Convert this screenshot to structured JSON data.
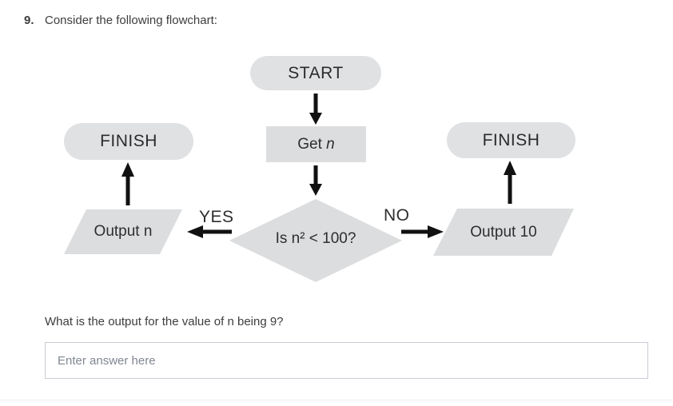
{
  "question": {
    "number": "9.",
    "prompt": "Consider the following flowchart:",
    "sub_prompt": "What is the output for the value of n being 9?"
  },
  "flowchart": {
    "start_label": "START",
    "get_step": {
      "prefix": "Get ",
      "variable": "n"
    },
    "decision_label": "Is n² < 100?",
    "yes_label": "YES",
    "no_label": "NO",
    "output_left_label": "Output n",
    "output_right_label": "Output 10",
    "finish_left_label": "FINISH",
    "finish_right_label": "FINISH"
  },
  "answer": {
    "placeholder": "Enter answer here"
  },
  "colors": {
    "shape_fill": "#dcddde",
    "terminator_fill": "#e0e1e2",
    "arrow": "#111111",
    "body_text": "#3d3d3d",
    "input_border": "#c9cdd4"
  }
}
